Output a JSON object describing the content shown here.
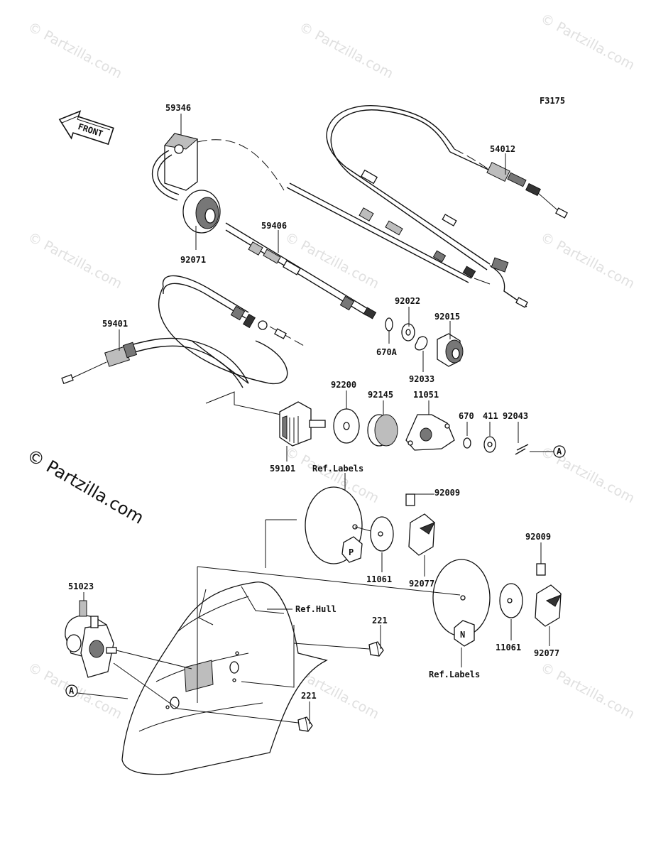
{
  "figure_code": "F3175",
  "front_label": "FRONT",
  "watermark": {
    "small": "© Partzilla.com",
    "large": "© Partzilla.com"
  },
  "labels": {
    "p59346": "59346",
    "p54012": "54012",
    "p59406": "59406",
    "p92071": "92071",
    "p92022": "92022",
    "p92015": "92015",
    "p670A": "670A",
    "p92033": "92033",
    "p59401": "59401",
    "p92200": "92200",
    "p92145": "92145",
    "p11051": "11051",
    "p670": "670",
    "p411": "411",
    "p92043": "92043",
    "p59101": "59101",
    "ref_labels_1": "Ref.Labels",
    "p92009_1": "92009",
    "p11061_1": "11061",
    "p92077_1": "92077",
    "p92009_2": "92009",
    "p51023": "51023",
    "ref_hull": "Ref.Hull",
    "p221_1": "221",
    "p11061_2": "11061",
    "p92077_2": "92077",
    "ref_labels_2": "Ref.Labels",
    "p221_2": "221",
    "marker_a": "A"
  }
}
